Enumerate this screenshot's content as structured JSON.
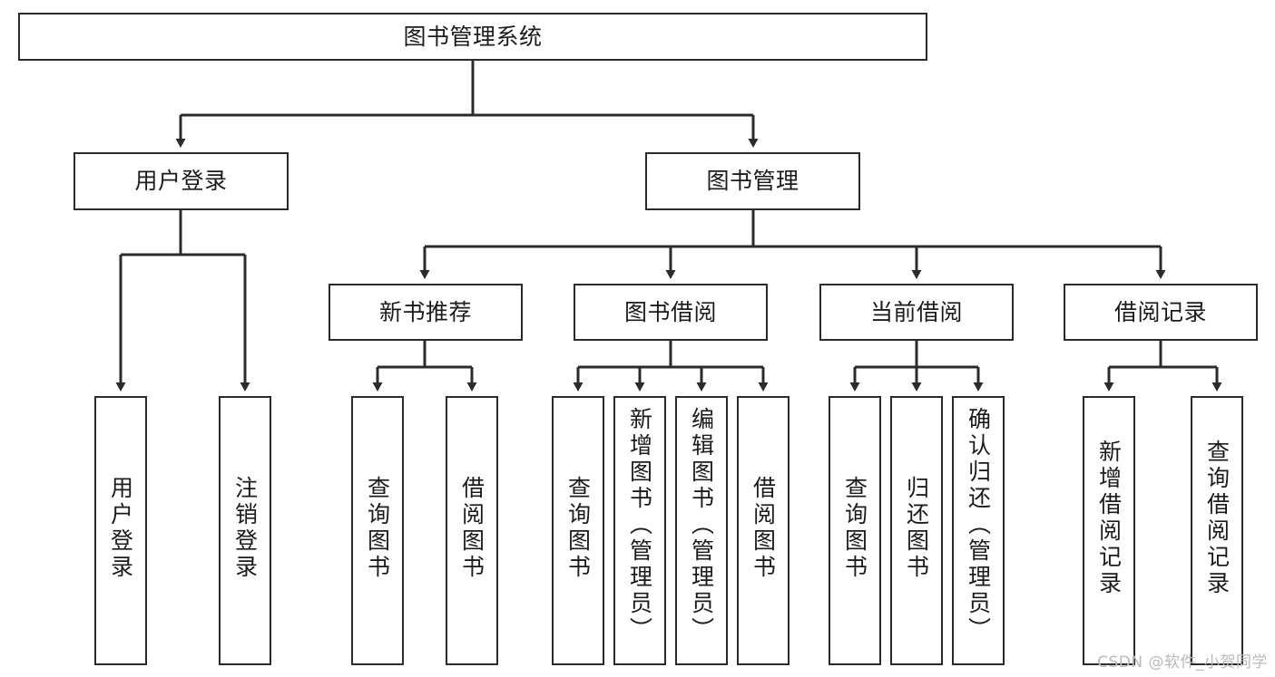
{
  "diagram": {
    "title": "图书管理系统",
    "type": "tree-hierarchy",
    "watermark": "CSDN @软件_小贺同学",
    "colors": {
      "box_border": "#2b2b2b",
      "box_fill": "#ffffff",
      "edge": "#2b2b2b",
      "text": "#1b1b1b",
      "watermark": "#b9b9b9"
    },
    "root": {
      "label": "图书管理系统"
    },
    "level2": [
      {
        "label": "用户登录"
      },
      {
        "label": "图书管理"
      }
    ],
    "level3": [
      {
        "label": "新书推荐"
      },
      {
        "label": "图书借阅"
      },
      {
        "label": "当前借阅"
      },
      {
        "label": "借阅记录"
      }
    ],
    "leaves": {
      "user_login": [
        {
          "label": "用户登录"
        },
        {
          "label": "注销登录"
        }
      ],
      "new_book": [
        {
          "label": "查询图书"
        },
        {
          "label": "借阅图书"
        }
      ],
      "book_borrow": [
        {
          "label": "查询图书"
        },
        {
          "label": "新增图书（管理员）"
        },
        {
          "label": "编辑图书（管理员）"
        },
        {
          "label": "借阅图书"
        }
      ],
      "current_borrow": [
        {
          "label": "查询图书"
        },
        {
          "label": "归还图书"
        },
        {
          "label": "确认归还（管理员）"
        }
      ],
      "borrow_record": [
        {
          "label": "新增借阅记录"
        },
        {
          "label": "查询借阅记录"
        }
      ]
    }
  }
}
